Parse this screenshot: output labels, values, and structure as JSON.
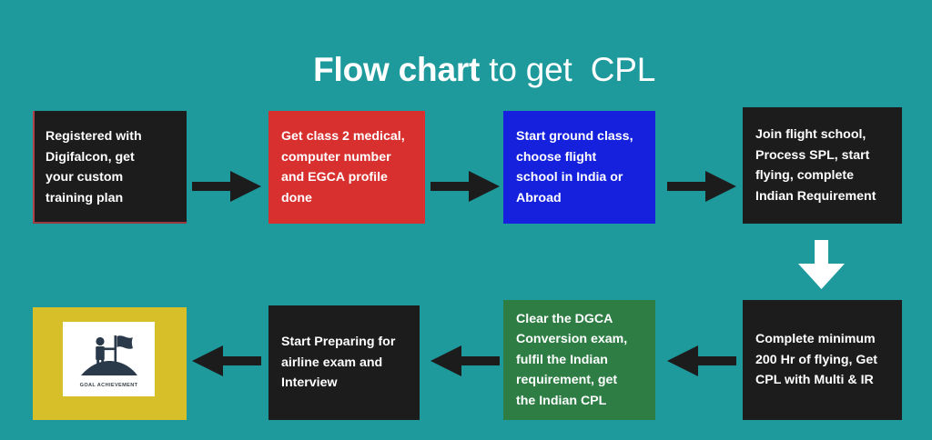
{
  "title": {
    "strong": "Flow chart",
    "light": " to get  CPL",
    "full": "Flow chart to get  CPL"
  },
  "colors": {
    "background_teal": "#1f9a9c",
    "box_dark": "#1c1c1c",
    "box_red": "#d8302f",
    "box_blue": "#1621dd",
    "box_green": "#2d7d44",
    "box_yellow": "#d7bf29",
    "arrow_dark": "#1c1c1c",
    "arrow_white": "#ffffff",
    "text_white": "#ffffff",
    "icon_navy": "#2b3a4a"
  },
  "flow": {
    "steps": [
      {
        "id": "step-1",
        "label": "Registered with\nDigifalcon, get\nyour custom\ntraining plan",
        "color": "#1c1c1c"
      },
      {
        "id": "step-2",
        "label": "Get class 2 medical,\ncomputer number\nand EGCA profile\ndone",
        "color": "#d8302f"
      },
      {
        "id": "step-3",
        "label": "Start ground class,\nchoose flight\nschool in India or\nAbroad",
        "color": "#1621dd"
      },
      {
        "id": "step-4",
        "label": "Join flight school,\nProcess SPL,  start\nflying, complete\nIndian Requirement",
        "color": "#1c1c1c"
      },
      {
        "id": "step-5",
        "label": "Complete minimum\n200 Hr of flying, Get\nCPL  with Multi & IR",
        "color": "#1c1c1c"
      },
      {
        "id": "step-6",
        "label": "Clear the DGCA\nConversion exam,\nfulfil the Indian\nrequirement, get\nthe Indian CPL",
        "color": "#2d7d44"
      },
      {
        "id": "step-7",
        "label": "Start Preparing for\nairline exam and\nInterview",
        "color": "#1c1c1c"
      },
      {
        "id": "step-8",
        "label": "",
        "color": "#d7bf29",
        "goal_caption": "GOAL ACHIEVEMENT"
      }
    ],
    "connectors": [
      {
        "id": "arrow-1-2",
        "direction": "right",
        "color": "#1c1c1c"
      },
      {
        "id": "arrow-2-3",
        "direction": "right",
        "color": "#1c1c1c"
      },
      {
        "id": "arrow-3-4",
        "direction": "right",
        "color": "#1c1c1c"
      },
      {
        "id": "arrow-4-5",
        "direction": "down",
        "color": "#ffffff"
      },
      {
        "id": "arrow-5-6",
        "direction": "left",
        "color": "#1c1c1c"
      },
      {
        "id": "arrow-6-7",
        "direction": "left",
        "color": "#1c1c1c"
      },
      {
        "id": "arrow-7-8",
        "direction": "left",
        "color": "#1c1c1c"
      }
    ]
  }
}
